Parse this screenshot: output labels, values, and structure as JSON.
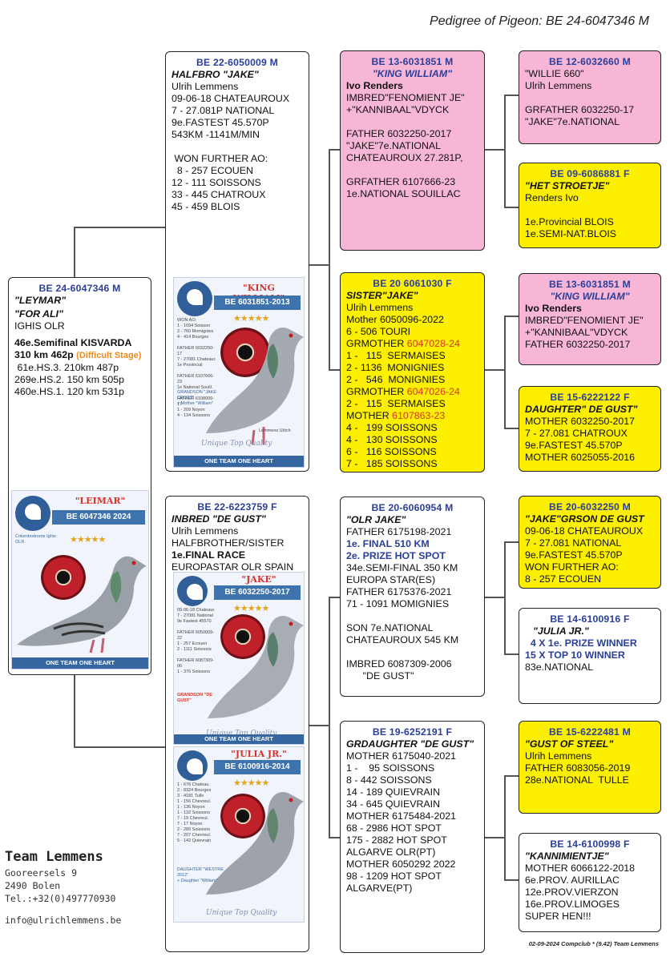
{
  "page_title": "Pedigree of Pigeon: BE 24-6047346 M",
  "subject": {
    "ring": "BE 24-6047346 M",
    "nick1": "\"LEYMAR\"",
    "nick2": "\"FOR ALI\"",
    "lines": [
      "IGHIS OLR"
    ],
    "result_main": "46e.Semifinal KISVARDA",
    "result_km": "310 km 462p",
    "result_stage": "(Difficult Stage)",
    "results": [
      " 61e.HS.3. 210km 487p",
      "269e.HS.2. 150 km 505p",
      "460e.HS.1. 120 km 531p"
    ],
    "photo": {
      "title": "\"LEIMAR\"",
      "banner": "BE 6047346 2024",
      "footer": "ONE TEAM ONE HEART",
      "caption": "Columbodrome Ighis OLR"
    }
  },
  "sire": {
    "ring": "BE 22-6050009 M",
    "nick": "HALFBRO \"JAKE\"",
    "lines": [
      "Ulrih Lemmens",
      "09-06-18 CHATEAUROUX",
      "7 - 27.081P NATIONAL",
      "9e.FASTEST 45.570P",
      "543KM -1141M/MIN",
      "",
      " WON FURTHER AO:",
      "  8 - 257 ECOUEN",
      "12 - 111 SOISSONS",
      "33 - 445 CHATROUX",
      "45 - 459 BLOIS"
    ],
    "photo": {
      "title": "\"KING WILLIAM\"",
      "banner": "BE 6031851-2013",
      "footer": "ONE TEAM ONE HEART",
      "slogan": "Unique Top Quality",
      "contact": "Lemmens Ulrich"
    }
  },
  "dam": {
    "ring": "BE 22-6223759 F",
    "nick": "INBRED \"DE GUST\"",
    "lines": [
      "Ulrih Lemmens",
      "HALFBROTHER/SISTER"
    ],
    "bold_line": "1e.FINAL RACE",
    "lines2": [
      "EUROPASTAR OLR SPAIN"
    ],
    "photo1": {
      "title": "\"JAKE\"",
      "banner": "BE 6032250-2017",
      "footer": "ONE TEAM ONE HEART",
      "slogan": "Unique Top Quality",
      "label": "GRANDSON \"DE GUST\""
    },
    "photo2": {
      "title": "\"JULIA JR.\"",
      "banner": "BE 6100916-2014",
      "slogan": "Unique Top Quality"
    }
  },
  "ss": {
    "ring": "BE 13-6031851 M",
    "nick": "\"KING WILLIAM\"",
    "owner": "Ivo Renders",
    "lines": [
      "IMBRED\"FENOMIENT JE\"",
      "+\"KANNIBAAL\"VDYCK",
      "",
      "FATHER 6032250-2017",
      "\"JAKE\"7e.NATIONAL",
      "CHATEAUROUX 27.281P,",
      "",
      "GRFATHER 6107666-23",
      "1e.NATIONAL SOUILLAC"
    ]
  },
  "sd": {
    "ring": "BE 20 6061030 F",
    "nick": "SISTER\"JAKE\"",
    "lines_a": [
      "Ulrih Lemmens",
      "Mother 6050096-2022",
      "6 - 506 TOURI"
    ],
    "gm1_label": "GRMOTHER ",
    "gm1_ring": "6047028-24",
    "lines_b": [
      "1 -   115  SERMAISES",
      "2 - 1136  MONIGNIES",
      "2 -   546  MONIGNIES"
    ],
    "gm2_label": "GRMOTHER ",
    "gm2_ring": "6047026-24",
    "lines_c": [
      "2 -   115  SERMAISES"
    ],
    "m_label": "MOTHER ",
    "m_ring": "6107863-23",
    "lines_d": [
      "4 -   199 SOISSONS",
      "4 -   130 SOISSONS",
      "6 -   116 SOISSONS",
      "7 -   185 SOISSONS"
    ]
  },
  "ds": {
    "ring": "BE 20-6060954 M",
    "nick": " \"OLR JAKE\"",
    "lines_a": [
      "FATHER 6175198-2021"
    ],
    "blue_lines": [
      "1e. FINAL 510 KM",
      "2e. PRIZE HOT SPOT"
    ],
    "lines_b": [
      "34e.SEMI-FINAL 350 KM",
      "EUROPA STAR(ES)",
      "FATHER 6175376-2021",
      "71 - 1091 MOMIGNIES",
      "",
      "SON 7e.NATIONAL",
      "CHATEAUROUX 545 KM",
      "",
      "IMBRED 6087309-2006",
      "      \"DE GUST\""
    ]
  },
  "dd": {
    "ring": "BE 19-6252191 F",
    "nick": "GRDAUGHTER \"DE GUST\"",
    "lines": [
      "MOTHER 6175040-2021",
      "1 -    95 SOISSONS",
      "8 - 442 SOISSONS",
      "14 - 189 QUIEVRAIN",
      "34 - 645 QUIEVRAIN",
      "MOTHER 6175484-2021",
      "68 - 2986 HOT SPOT",
      "175 - 2882 HOT SPOT",
      "ALGARVE OLR(PT)",
      "MOTHER 6050292 2022",
      "98 - 1209 HOT SPOT",
      "ALGARVE(PT)"
    ]
  },
  "sss": {
    "ring": "BE 12-6032660 M",
    "lines": [
      "\"WILLIE 660\"",
      "Ulrih Lemmens",
      "",
      "GRFATHER 6032250-17",
      "\"JAKE\"7e.NATIONAL"
    ]
  },
  "ssd": {
    "ring": "BE 09-6086881 F",
    "nick": "\"HET STROETJE\"",
    "lines": [
      "Renders Ivo",
      "",
      "1e.Provincial BLOIS",
      "1e.SEMI-NAT.BLOIS"
    ]
  },
  "sds": {
    "ring": "BE 13-6031851 M",
    "nick": "\"KING WILLIAM\"",
    "owner": "Ivo Renders",
    "lines": [
      "IMBRED\"FENOMIENT JE\"",
      "+\"KANNIBAAL\"VDYCK",
      "FATHER 6032250-2017"
    ]
  },
  "sdd": {
    "ring": "BE 15-6222122 F",
    "nick": "DAUGHTER\" DE GUST\"",
    "lines": [
      "MOTHER 6032250-2017",
      "7 - 27.081 CHATROUX",
      "9e.FASTEST 45.570P",
      "MOTHER 6025055-2016"
    ]
  },
  "dss": {
    "ring": "BE 20-6032250 M",
    "nick": "\"JAKE\"GRSON DE GUST",
    "lines": [
      "09-06-18 CHATEAUROUX",
      "7 - 27.081 NATIONAL",
      "9e.FASTEST 45.570P",
      "WON FURTHER AO:",
      "8 - 257 ECOUEN"
    ]
  },
  "dsd": {
    "ring": "BE 14-6100916 F",
    "nick": "\"JULIA JR.\"",
    "blue_lines": [
      "  4 X 1e. PRIZE WINNER",
      "15 X TOP 10 WINNER"
    ],
    "lines": [
      "83e.NATIONAL"
    ]
  },
  "dds": {
    "ring": "BE 15-6222481 M",
    "nick": "\"GUST OF STEEL\"",
    "lines": [
      "Ulrih Lemmens",
      "FATHER 6083056-2019",
      "28e.NATIONAL  TULLE"
    ]
  },
  "ddd": {
    "ring": "BE 14-6100998 F",
    "nick": "\"KANNIMIENTJE\"",
    "lines": [
      "MOTHER 6066122-2018",
      "6e.PROV. AURILLAC",
      "12e.PROV.VIERZON",
      "16e.PROV.LIMOGES",
      "SUPER HEN!!!"
    ]
  },
  "team": {
    "name": "Team Lemmens",
    "address": [
      "Gooreersels 9",
      "2490 Bolen",
      "Tel.:+32(0)497770930"
    ],
    "email": "info@ulrichlemmens.be"
  },
  "bottom_note": "02-09-2024   Compclub * (9.42)  Team Lemmens",
  "colors": {
    "pink": "#f7b6d6",
    "yellow": "#fcf000",
    "ring_blue": "#2a3f9a",
    "red": "#d8332a",
    "orange": "#f08a18"
  }
}
